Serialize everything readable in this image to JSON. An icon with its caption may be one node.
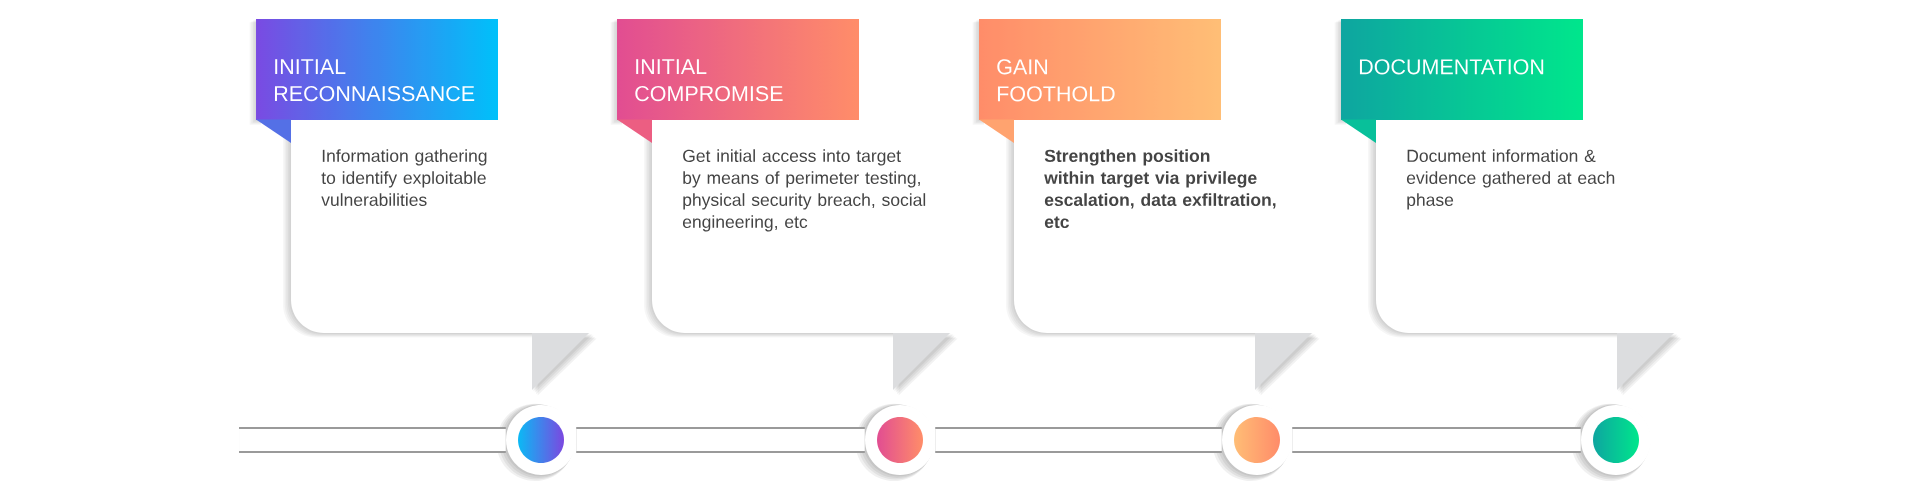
{
  "diagram": {
    "nodes": [
      {
        "text": [
          "INITIAL RECONNAISSANCE",
          "Information gathering to identify exploitable vulnerabilities"
        ]
      },
      {
        "text": [
          "INITIAL COMPROMISE",
          "Get initial access into target by means of perimeter testing, physical security breach, social engineering, etc"
        ]
      },
      {
        "text": [
          "GAIN FOOTHOLD",
          "Strengthen position within target via privilege escalation, data exfiltration, etc"
        ]
      },
      {
        "text": [
          "DOCUMENTATION",
          "Document information & evidence gathered at each phase"
        ]
      },
      {
        "text": [],
        "shape": "circle"
      },
      {
        "text": [],
        "shape": "circle"
      },
      {
        "text": [],
        "shape": "circle"
      },
      {
        "text": [],
        "shape": "circle"
      }
    ],
    "edges": [
      {
        "from": null,
        "to": 4,
        "arrow": "none"
      },
      {
        "from": 4,
        "to": 5,
        "arrow": "none"
      },
      {
        "from": 5,
        "to": 6,
        "arrow": "none"
      },
      {
        "from": 6,
        "to": 7,
        "arrow": "none"
      }
    ]
  }
}
